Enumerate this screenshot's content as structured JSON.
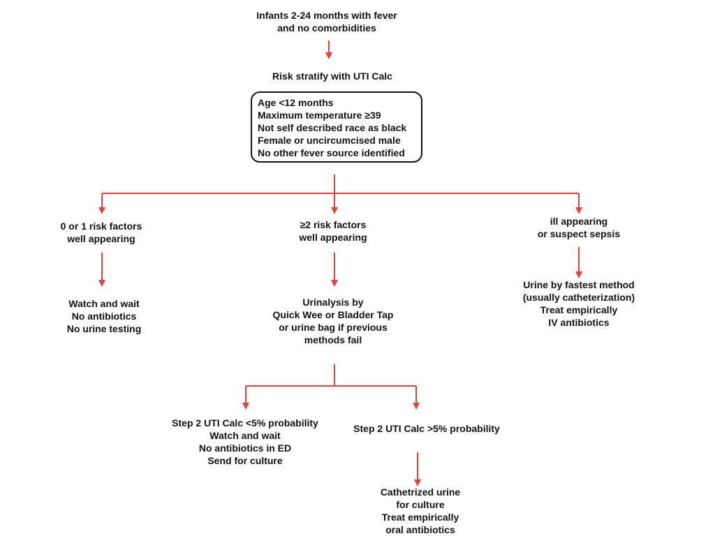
{
  "diagram": {
    "colors": {
      "connector": "#e8413a",
      "text": "#111111",
      "box_border": "#111111"
    },
    "nodes": {
      "start": [
        "Infants 2-24 months with fever",
        "and no comorbidities"
      ],
      "risk_stratify": [
        "Risk stratify with UTI Calc"
      ],
      "risk_factors": [
        "Age <12 months",
        "Maximum temperature ≥39",
        "Not self described race as black",
        "Female or uncircumcised male",
        "No other fever source identified"
      ],
      "low_risk": [
        "0 or 1 risk factors",
        "well appearing"
      ],
      "mid_risk": [
        "≥2 risk factors",
        "well appearing"
      ],
      "ill_appearing": [
        "ill appearing",
        "or suspect sepsis"
      ],
      "watch_wait": [
        "Watch and wait",
        "No antibiotics",
        "No urine testing"
      ],
      "urinalysis": [
        "Urinalysis by",
        "Quick Wee or Bladder Tap",
        "or urine bag if previous",
        "methods fail"
      ],
      "urine_fastest": [
        "Urine by fastest method",
        "(usually catheterization)",
        "Treat empirically",
        "IV antibiotics"
      ],
      "step2_low": [
        "Step 2 UTI Calc <5% probability",
        "Watch and wait",
        "No antibiotics in ED",
        "Send for culture"
      ],
      "step2_high": [
        "Step 2 UTI Calc >5% probability"
      ],
      "cath_urine": [
        "Cathetrized urine",
        "for culture",
        "Treat empirically",
        "oral antibiotics"
      ]
    }
  }
}
